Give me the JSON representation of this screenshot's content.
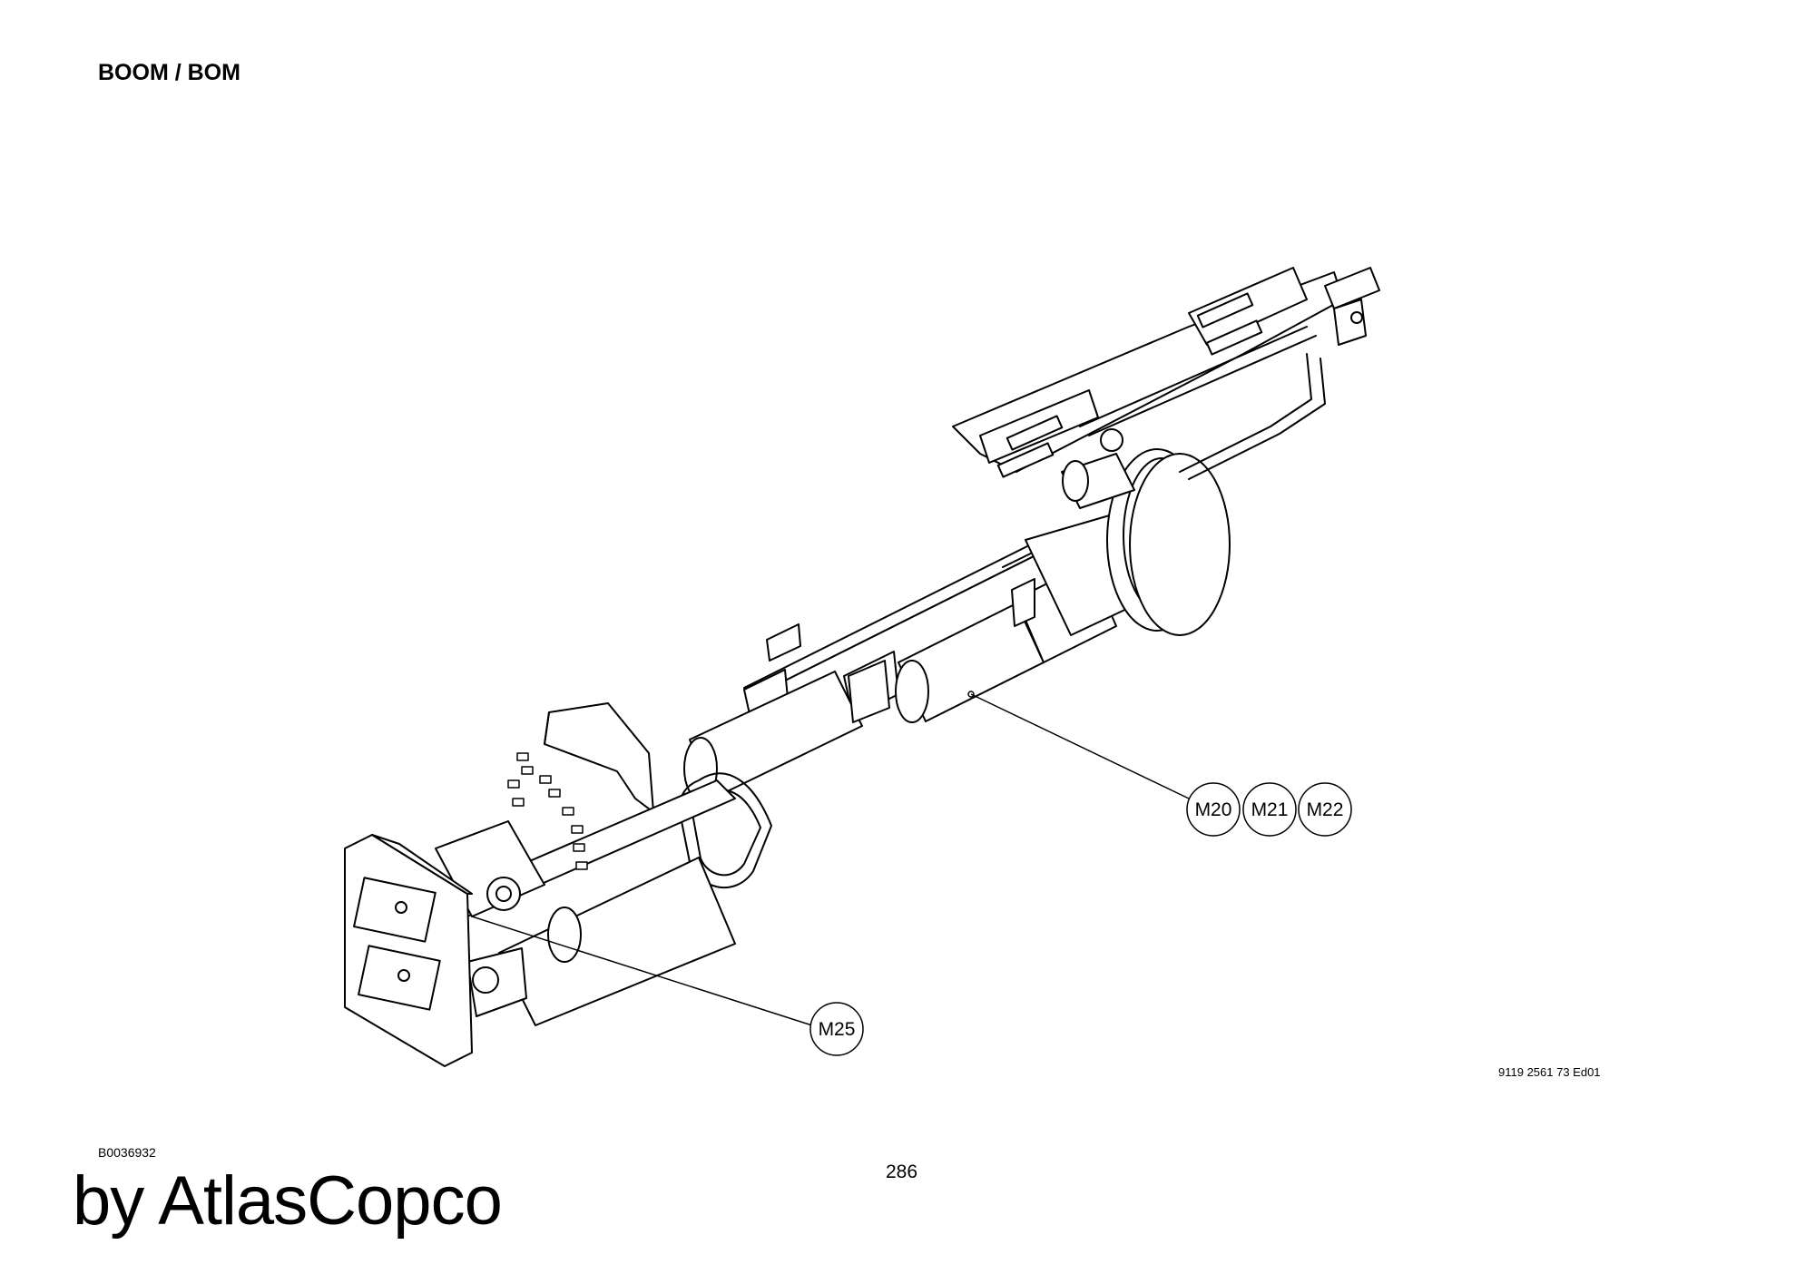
{
  "header": {
    "title": "BOOM / BOM"
  },
  "callouts": [
    {
      "id": "m20",
      "label": "M20"
    },
    {
      "id": "m21",
      "label": "M21"
    },
    {
      "id": "m22",
      "label": "M22"
    },
    {
      "id": "m25",
      "label": "M25"
    }
  ],
  "footer": {
    "drawing_number": "9119 2561 73 Ed01",
    "image_code": "B0036932",
    "page_number": "286",
    "watermark": "by AtlasCopco"
  }
}
